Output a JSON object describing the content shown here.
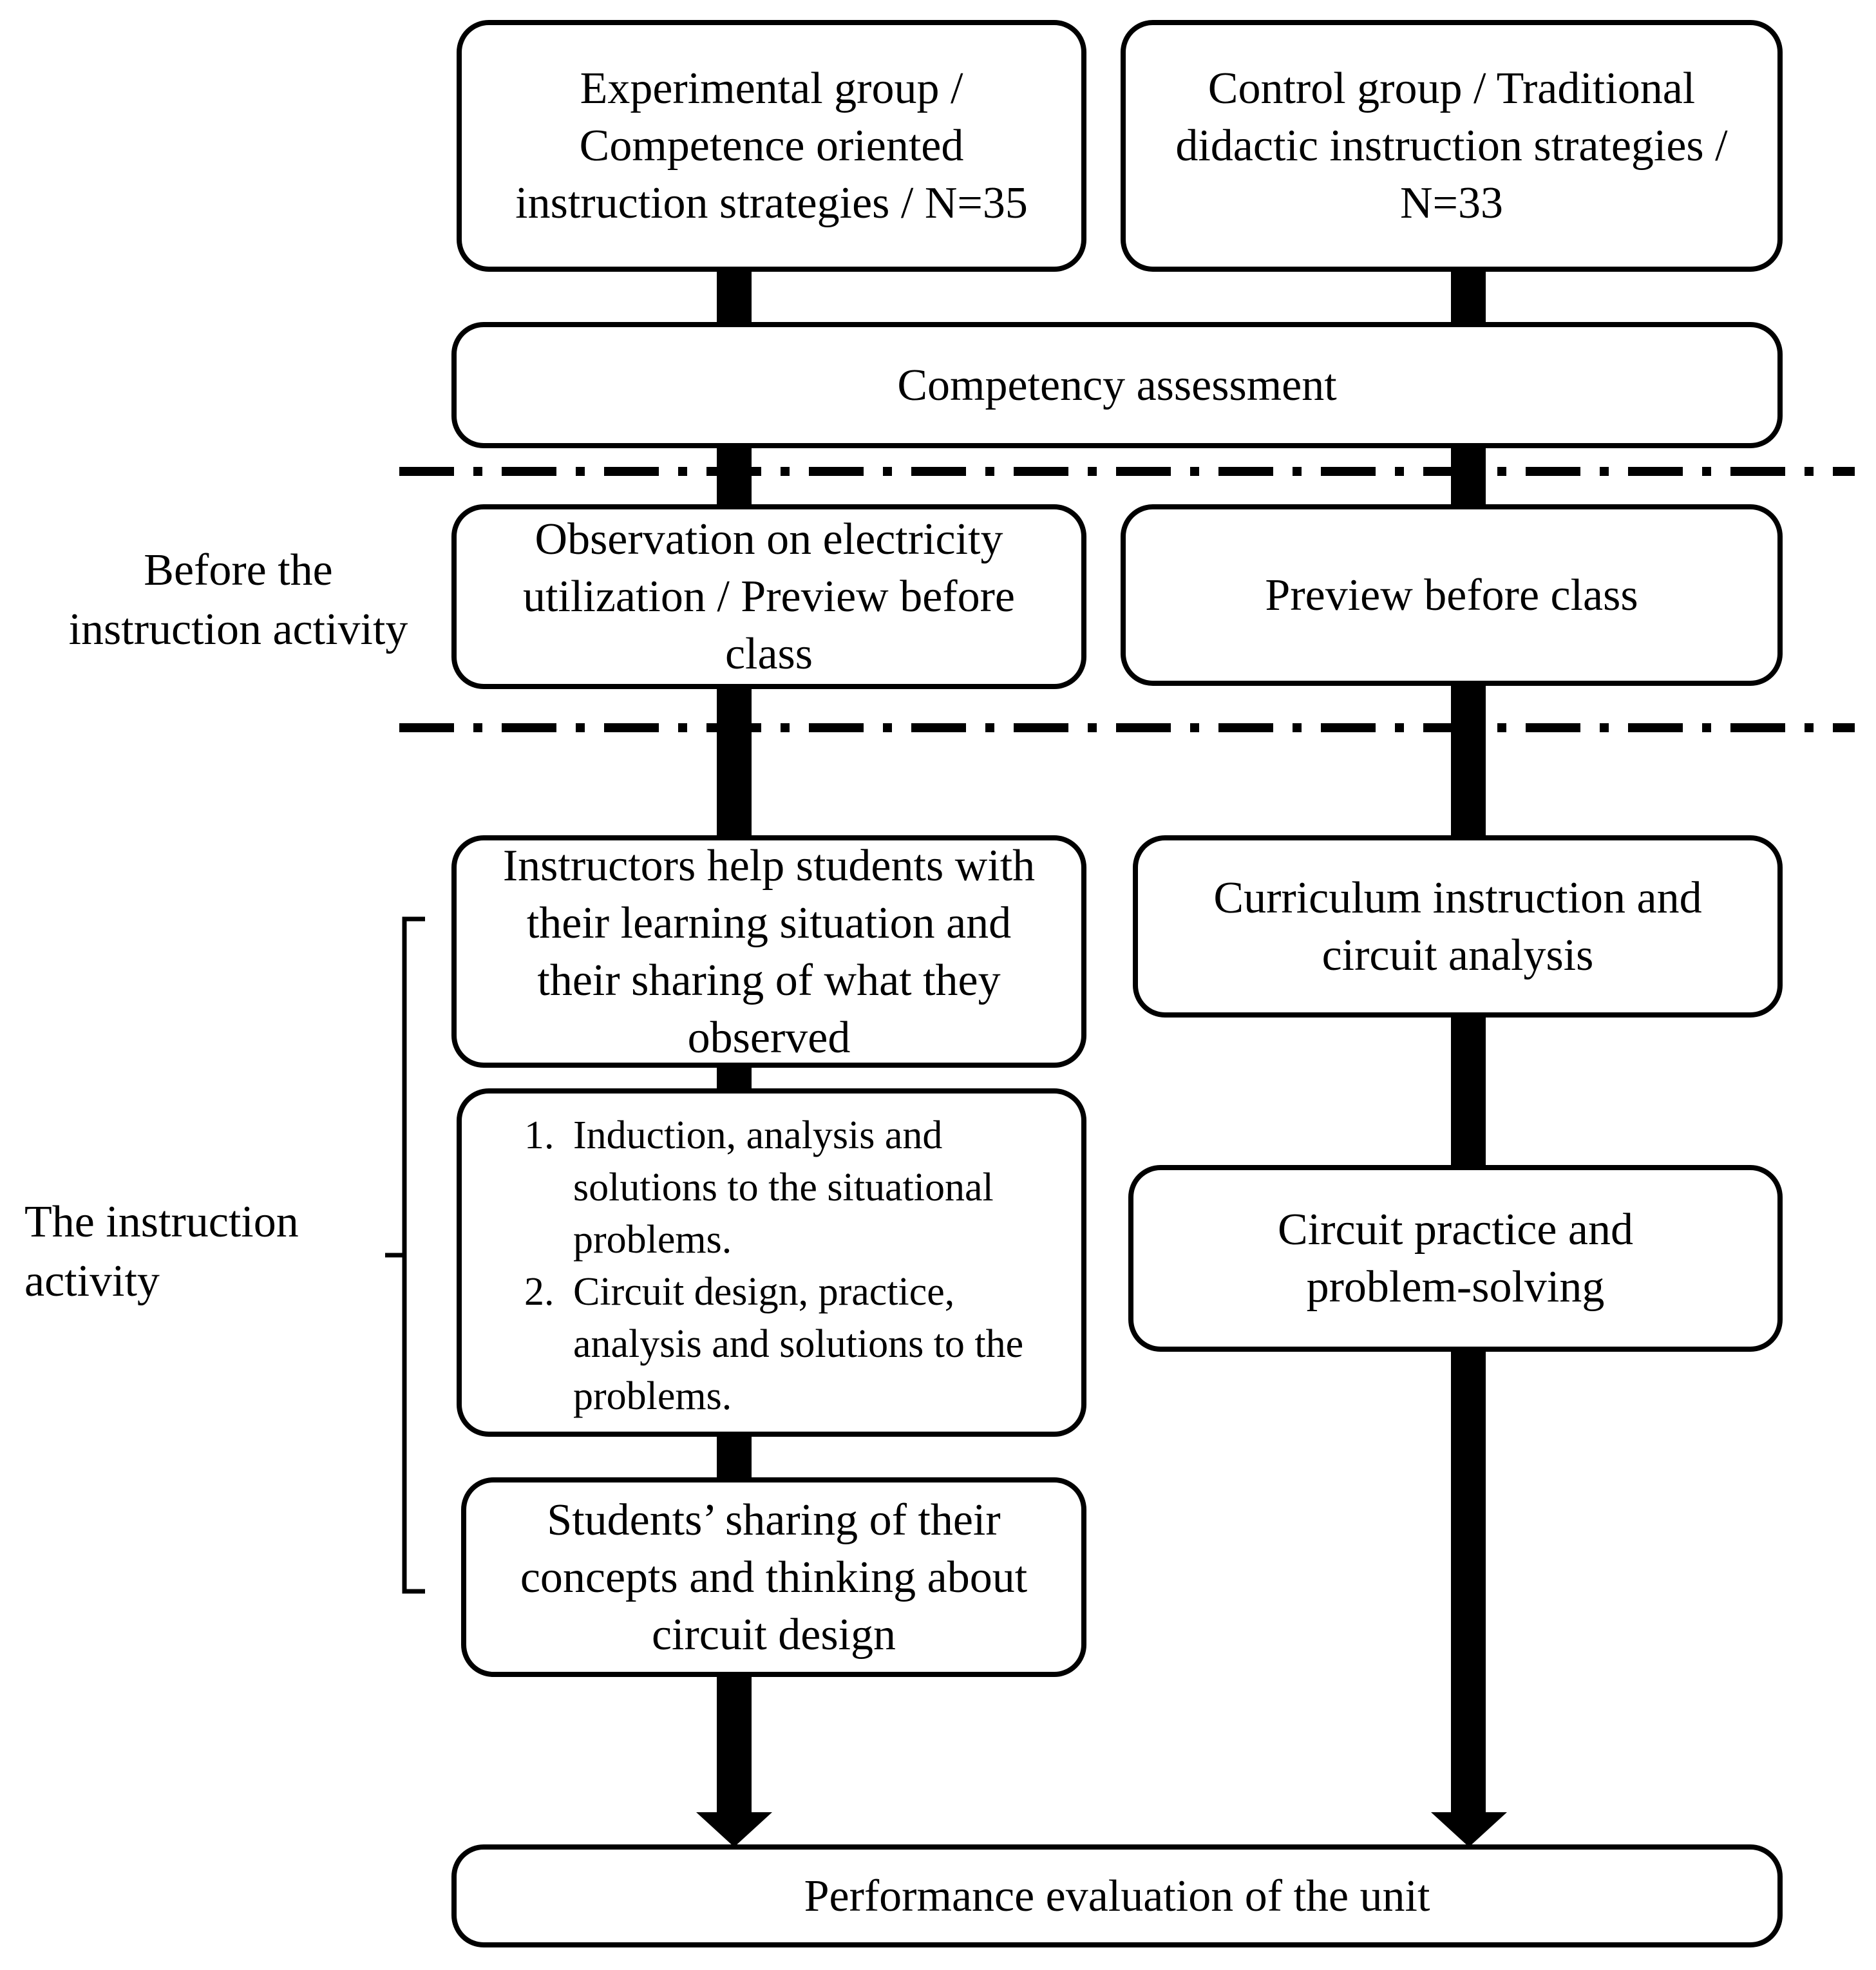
{
  "boxes": {
    "experimental": "Experimental group / Competence oriented instruction strategies / N=35",
    "control": "Control group / Traditional didactic instruction strategies / N=33",
    "assessment": "Competency assessment",
    "observation": "Observation on electricity utilization / Preview before class",
    "preview": "Preview before class",
    "instructors": "Instructors help students with their learning situation and their sharing of what they observed",
    "curriculum": "Curriculum instruction and circuit analysis",
    "practice": "Circuit practice and problem-solving",
    "sharing": "Students’ sharing of their concepts and thinking about circuit design",
    "evaluation": "Performance evaluation of the unit"
  },
  "steps_list": [
    {
      "number": "1.",
      "text": "Induction, analysis and solutions to the situational problems."
    },
    {
      "number": "2.",
      "text": "Circuit design, practice, analysis and solutions to the problems."
    }
  ],
  "phase_labels": {
    "before": "Before the instruction activity",
    "during": "The instruction activity"
  }
}
